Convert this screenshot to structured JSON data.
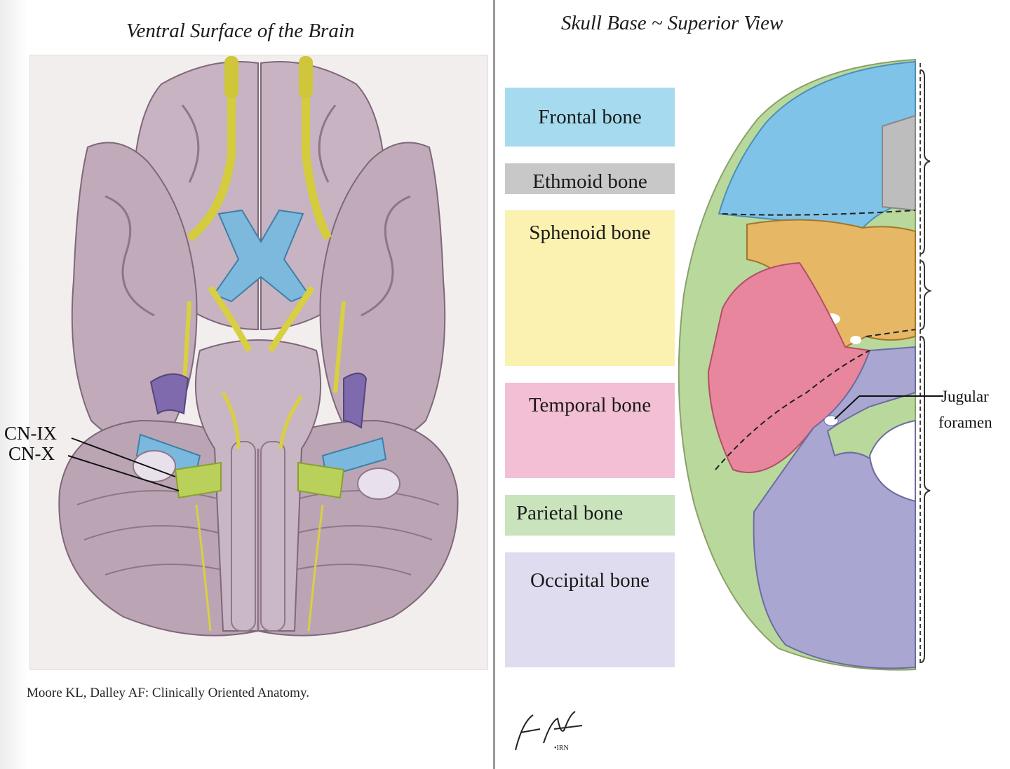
{
  "left_panel": {
    "title": "Ventral Surface of the Brain",
    "citation": "Moore KL, Dalley AF: Clinically Oriented Anatomy.",
    "labels": [
      "CN-IX",
      "CN-X"
    ]
  },
  "right_panel": {
    "title": "Skull Base ~ Superior View",
    "legend": [
      {
        "label": "Frontal bone",
        "color": "#a6dbef"
      },
      {
        "label": "Ethmoid bone",
        "color": "#c8c8c8"
      },
      {
        "label": "Sphenoid bone",
        "color": "#fbf1b0"
      },
      {
        "label": "Temporal bone",
        "color": "#f2bfd4"
      },
      {
        "label": "Parietal bone",
        "color": "#c9e4bd"
      },
      {
        "label": "Occipital bone",
        "color": "#e0dcef"
      }
    ],
    "annotation_line1": "Jugular",
    "annotation_line2": "foramen"
  },
  "colors": {
    "brain_tissue": "#c4afbd",
    "nerve_yellow": "#d8d040",
    "artery_blue": "#7ab8dd",
    "vessel_purple": "#7e6aac",
    "frontal": "#7fc4e8",
    "ethmoid": "#bdbdbd",
    "sphenoid": "#e6b765",
    "temporal": "#e8869d",
    "parietal": "#b9d99c",
    "occipital": "#a9a7d2"
  }
}
